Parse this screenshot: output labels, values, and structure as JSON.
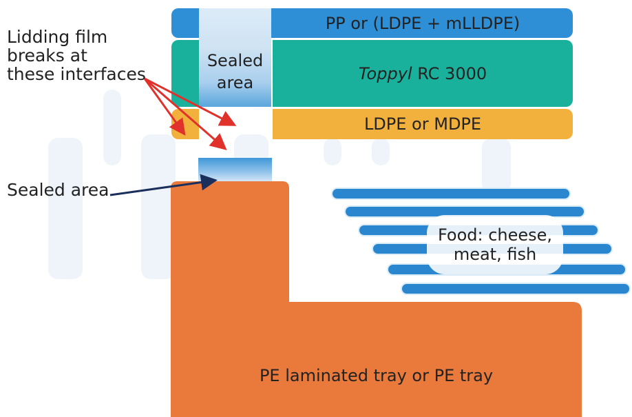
{
  "layers": {
    "top": "PP or (LDPE + mLLDPE)",
    "middle_italic": "Toppyl",
    "middle_rest": " RC 3000",
    "bottom": "LDPE or MDPE"
  },
  "sealed_top": {
    "line1": "Sealed",
    "line2": "area"
  },
  "callouts": {
    "lidding_line1": "Lidding film",
    "lidding_line2": "breaks at",
    "lidding_line3": "these interfaces",
    "sealed_area": "Sealed area"
  },
  "food": {
    "line1": "Food: cheese,",
    "line2": "meat, fish"
  },
  "tray": {
    "label": "PE laminated tray or PE tray"
  },
  "colors": {
    "pp_layer": "#2f8fd6",
    "toppyl_layer": "#19b19c",
    "ldpe_layer": "#f2b13d",
    "tray": "#ea7a3b",
    "sealed_area": "#7fb7e3",
    "red_arrow": "#e0312b",
    "navy_arrow": "#1b2f5c",
    "food_sticks": "#2a86cf"
  }
}
